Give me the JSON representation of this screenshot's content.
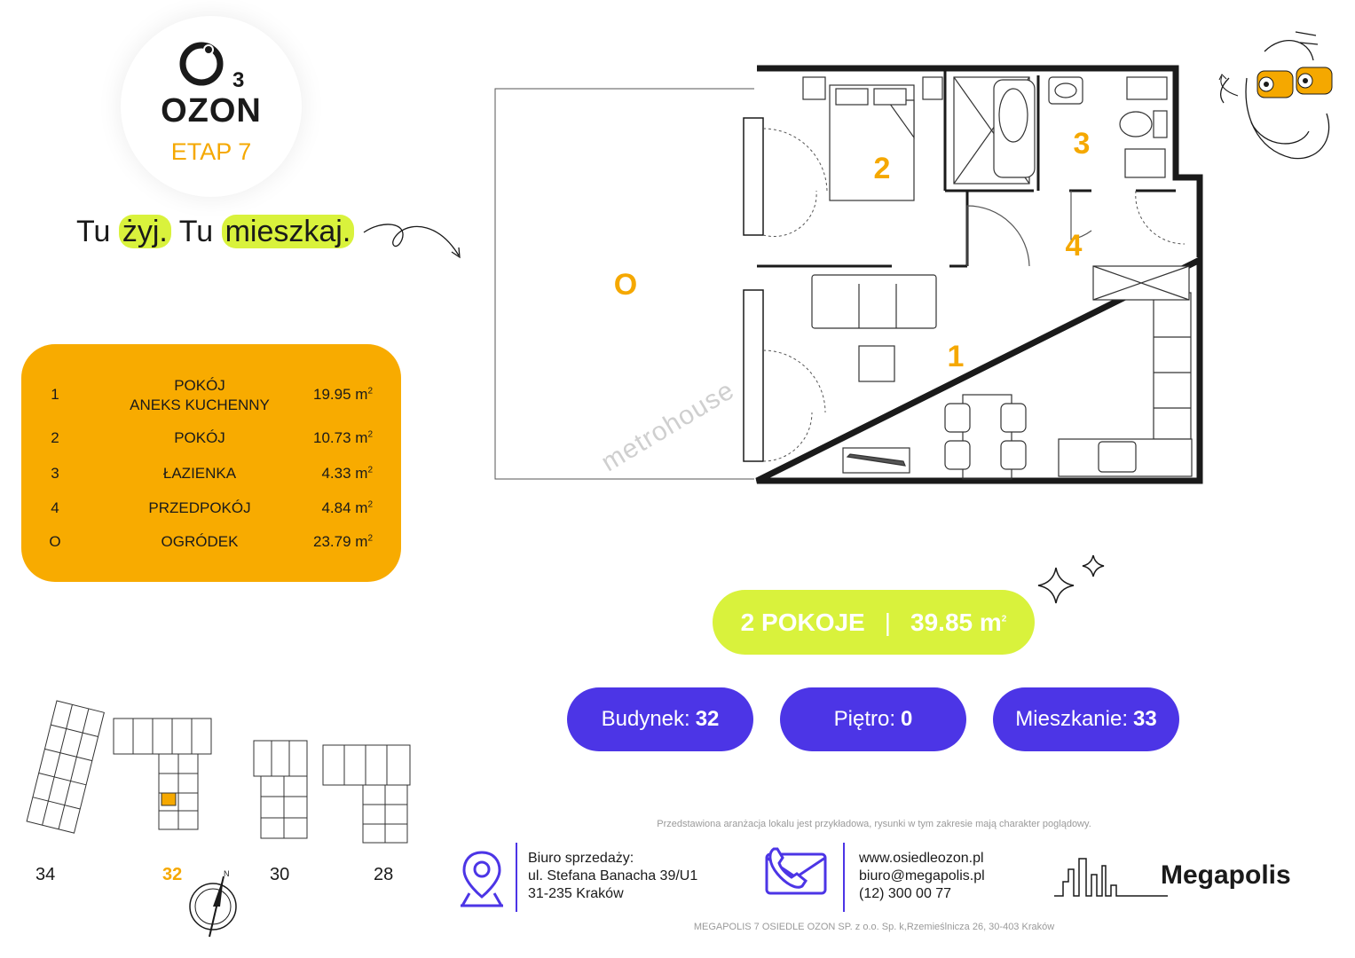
{
  "logo": {
    "mark": "O3",
    "name": "OZON",
    "stage": "ETAP 7"
  },
  "slogan": {
    "w1": "Tu",
    "w2": "żyj.",
    "w3": "Tu",
    "w4": "mieszkaj."
  },
  "rooms": [
    {
      "num": "1",
      "name_line1": "POKÓJ",
      "name_line2": "ANEKS KUCHENNY",
      "area": "19.95 m",
      "unit_exp": "2"
    },
    {
      "num": "2",
      "name_line1": "POKÓJ",
      "area": "10.73 m",
      "unit_exp": "2"
    },
    {
      "num": "3",
      "name_line1": "ŁAZIENKA",
      "area": "4.33 m",
      "unit_exp": "2"
    },
    {
      "num": "4",
      "name_line1": "PRZEDPOKÓJ",
      "area": "4.84 m",
      "unit_exp": "2"
    },
    {
      "num": "O",
      "name_line1": "OGRÓDEK",
      "area": "23.79 m",
      "unit_exp": "2"
    }
  ],
  "plan_labels": {
    "garden": "O",
    "room1": "1",
    "room2": "2",
    "room3": "3",
    "room4": "4"
  },
  "watermark": "metrohouse",
  "summary": {
    "rooms": "2 POKOJE",
    "separator": "|",
    "area": "39.85 m",
    "unit_exp": "2"
  },
  "info": {
    "building_label": "Budynek:",
    "building": "32",
    "floor_label": "Piętro:",
    "floor": "0",
    "apartment_label": "Mieszkanie:",
    "apartment": "33"
  },
  "buildings": [
    "34",
    "32",
    "30",
    "28"
  ],
  "highlight_building": "32",
  "disclaimer": "Przedstawiona aranżacja lokalu jest przykładowa, rysunki w tym zakresie mają charakter poglądowy.",
  "office": {
    "line1": "Biuro sprzedaży:",
    "line2": "ul. Stefana Banacha 39/U1",
    "line3": "31-235 Kraków"
  },
  "contact": {
    "web": "www.osiedleozon.pl",
    "email": "biuro@megapolis.pl",
    "phone": "(12) 300 00 77"
  },
  "developer": "Megapolis",
  "footer": "MEGAPOLIS 7 OSIEDLE OZON SP. z o.o. Sp. k,Rzemieślnicza 26, 30-403 Kraków",
  "colors": {
    "orange": "#f8ab00",
    "lime": "#d9f23c",
    "blue": "#4c35e6",
    "plan_label": "#f5a800"
  },
  "icons": [
    "location-pin-icon",
    "phone-mail-icon",
    "compass-icon",
    "sparkle-icon",
    "skyline-icon"
  ]
}
